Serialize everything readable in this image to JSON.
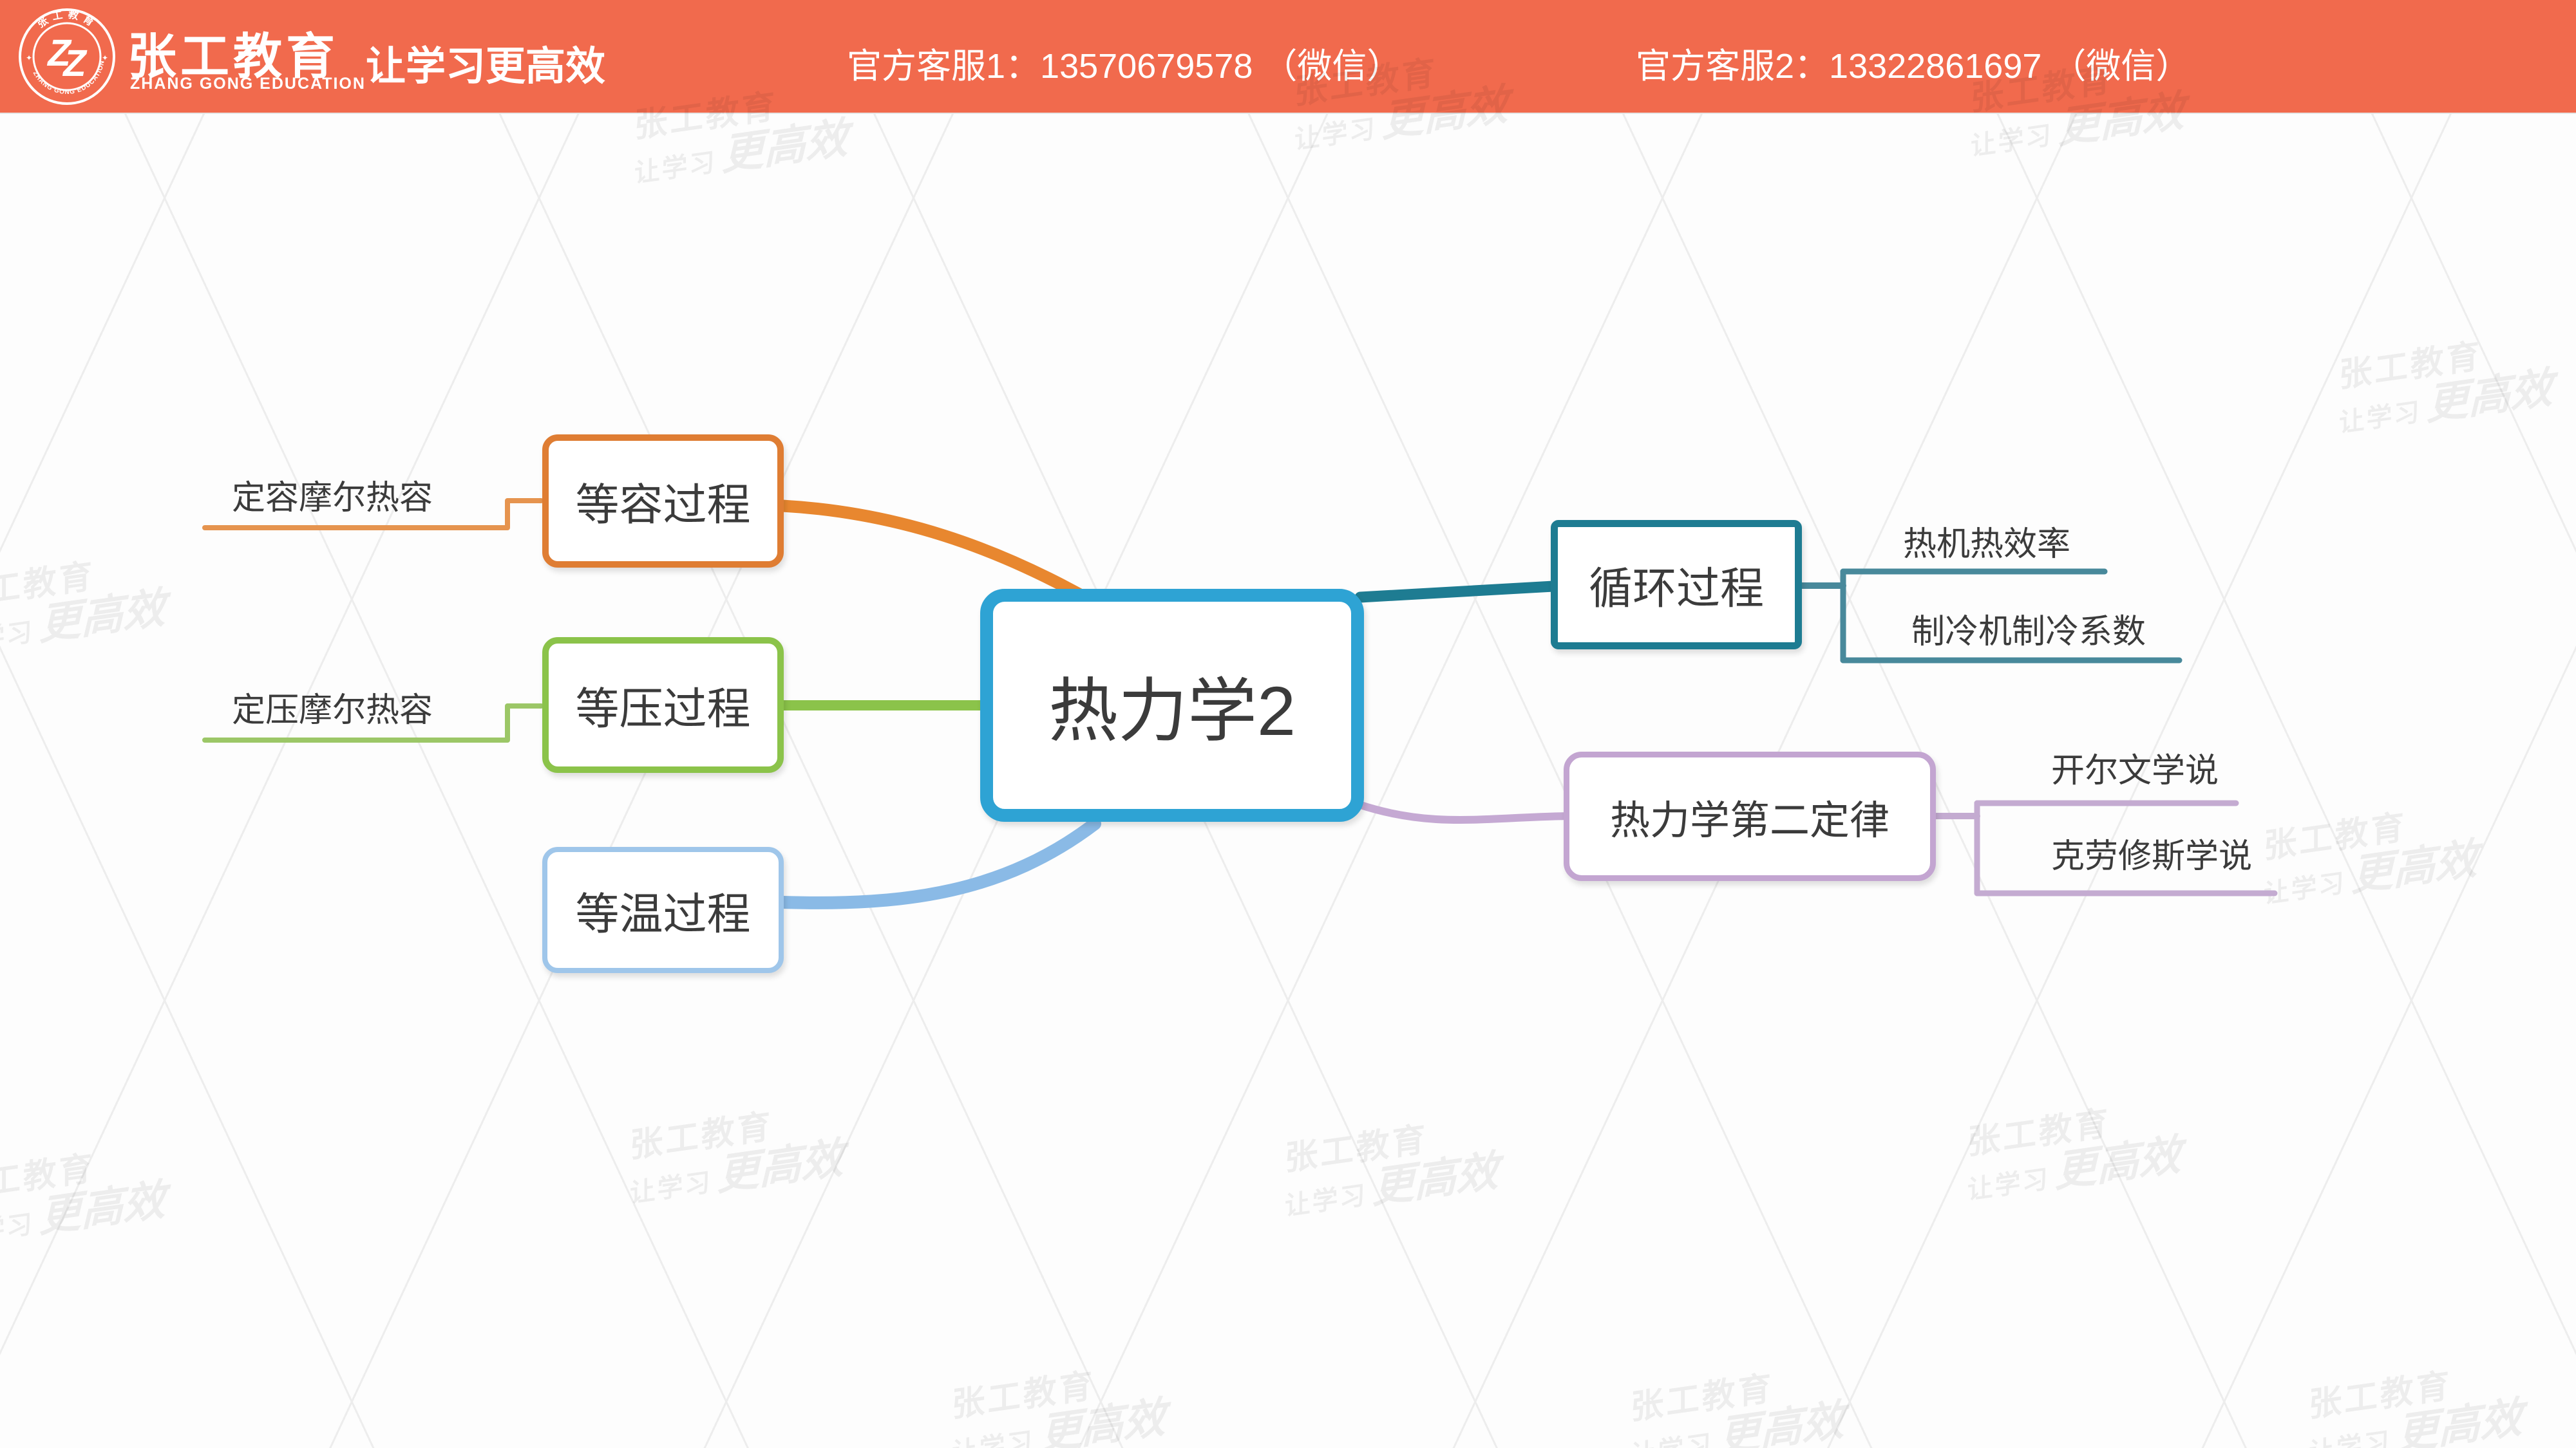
{
  "header": {
    "brand": "张工教育",
    "brand_en": "ZHANG GONG EDUCATION",
    "slogan": "让学习更高效",
    "contact1": "官方客服1：13570679578 （微信）",
    "contact2": "官方客服2：13322861697 （微信）",
    "bg_color": "#F16A4D",
    "logo_monogram": "ZZ"
  },
  "mindmap": {
    "root": {
      "label": "热力学2",
      "color": "#2EA3D4"
    },
    "branches": [
      {
        "label": "等容过程",
        "color": "#DF7D33",
        "line_color": "#E8872F",
        "children": [
          "定容摩尔热容"
        ]
      },
      {
        "label": "等压过程",
        "color": "#8BC34A",
        "line_color": "#9CC767",
        "children": [
          "定压摩尔热容"
        ]
      },
      {
        "label": "等温过程",
        "color": "#9FC6EA",
        "line_color": "#8ABAE6",
        "children": []
      },
      {
        "label": "循环过程",
        "color": "#1E7C92",
        "line_color": "#48899B",
        "children": [
          "热机热效率",
          "制冷机制冷系数"
        ]
      },
      {
        "label": "热力学第二定律",
        "color": "#C3A5D1",
        "line_color": "#C4ABD1",
        "children": [
          "开尔文学说",
          "克劳修斯学说"
        ]
      }
    ]
  },
  "watermark": {
    "line1": "张工教育",
    "line2a": "让学习",
    "line2b": "更高效"
  }
}
